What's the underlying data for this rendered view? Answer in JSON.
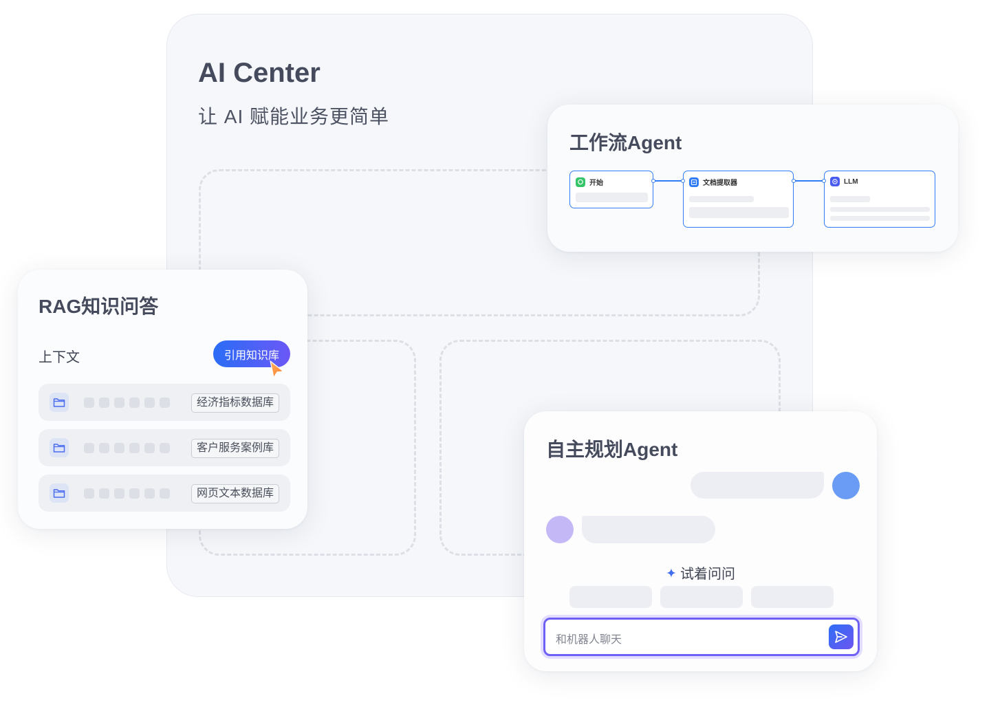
{
  "main": {
    "title": "AI Center",
    "subtitle": "让 AI 赋能业务更简单"
  },
  "workflow": {
    "title": "工作流Agent",
    "nodes": [
      {
        "label": "开始",
        "icon": "chat-bubble-icon",
        "color": "#34c46a"
      },
      {
        "label": "文档提取器",
        "icon": "document-extract-icon",
        "color": "#2f7cf6"
      },
      {
        "label": "LLM",
        "icon": "llm-icon",
        "color": "#4a5cf0"
      }
    ],
    "accent": "#2f7cf6"
  },
  "rag": {
    "title": "RAG知识问答",
    "context_label": "上下文",
    "cite_button": "引用知识库",
    "knowledge_bases": [
      {
        "tag": "经济指标数据库",
        "icon": "folder-icon"
      },
      {
        "tag": "客户服务案例库",
        "icon": "folder-icon"
      },
      {
        "tag": "网页文本数据库",
        "icon": "folder-icon"
      }
    ]
  },
  "agent": {
    "title": "自主规划Agent",
    "try_label": "试着问问",
    "try_icon": "sparkle-icon",
    "input_placeholder": "和机器人聊天",
    "send_icon": "send-icon",
    "user_avatar_color": "#6a9cf5",
    "bot_avatar_color": "#c5b8f6"
  }
}
